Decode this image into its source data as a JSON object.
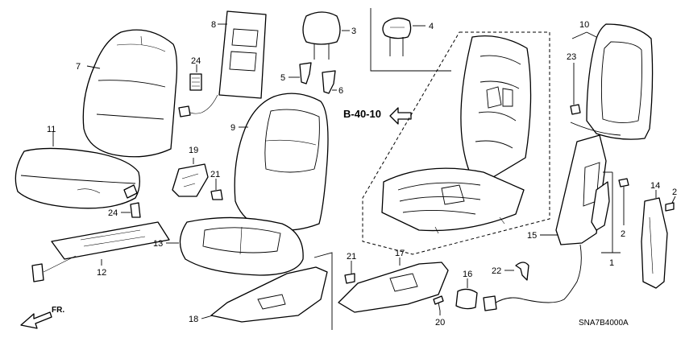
{
  "diagram_code": "SNA7B4000A",
  "reference": "B-40-10",
  "front_marker": "FR.",
  "callouts": {
    "c1": "1",
    "c2a": "2",
    "c2b": "2",
    "c3": "3",
    "c4": "4",
    "c5": "5",
    "c6": "6",
    "c7": "7",
    "c8": "8",
    "c9": "9",
    "c10": "10",
    "c11": "11",
    "c12": "12",
    "c13": "13",
    "c14": "14",
    "c15": "15",
    "c16": "16",
    "c17": "17",
    "c18": "18",
    "c19": "19",
    "c20": "20",
    "c21a": "21",
    "c21b": "21",
    "c22": "22",
    "c23": "23",
    "c24a": "24",
    "c24b": "24"
  }
}
